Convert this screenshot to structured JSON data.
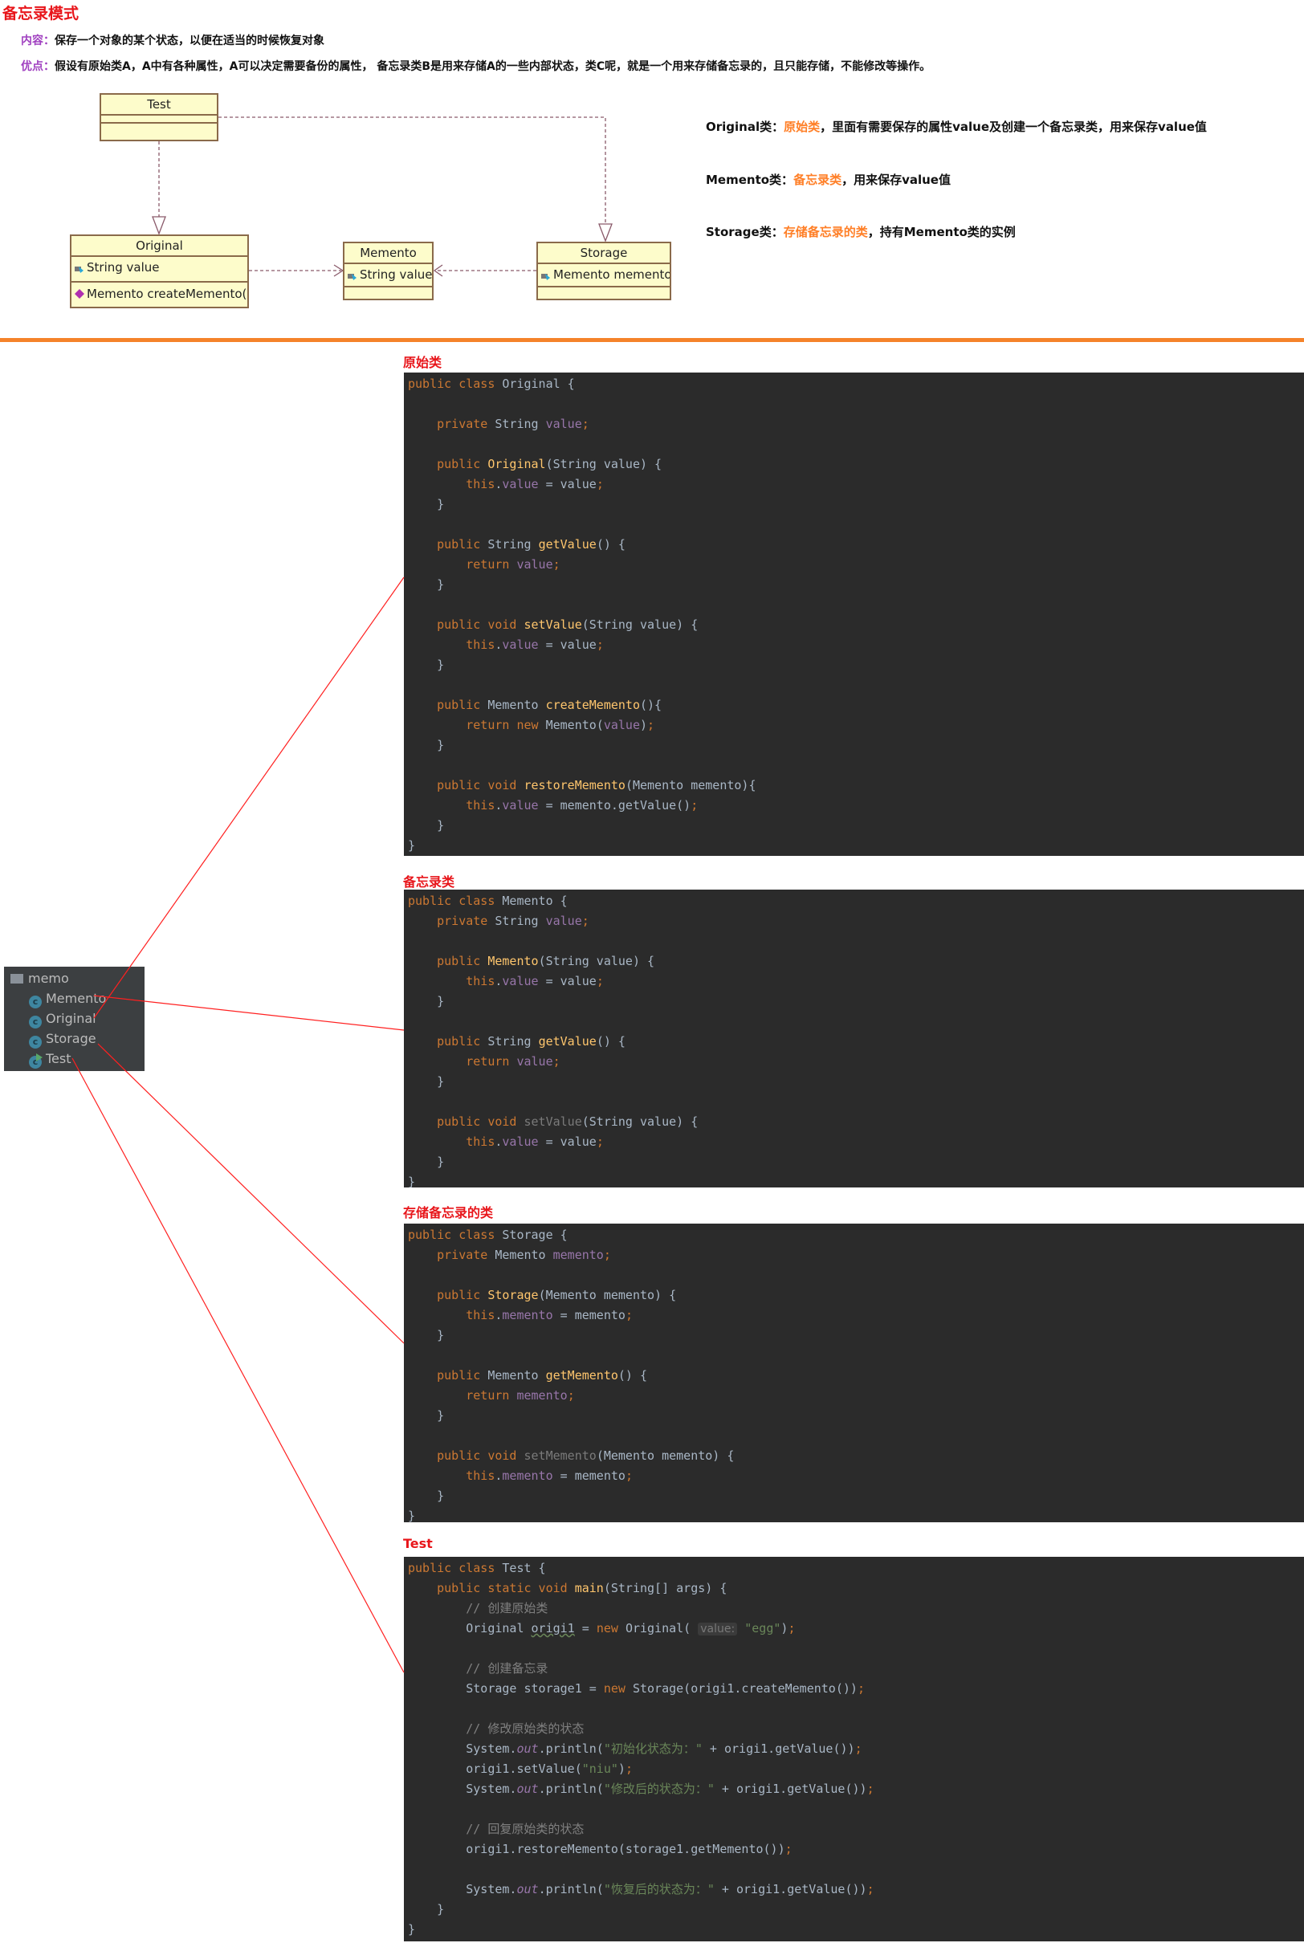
{
  "title": "备忘录模式",
  "intro": {
    "content_label": "内容：",
    "content_text": "保存一个对象的某个状态，以便在适当的时候恢复对象",
    "merit_label": "优点：",
    "merit_text": "假设有原始类A，A中有各种属性，A可以决定需要备份的属性，  备忘录类B是用来存储A的一些内部状态，类C呢，就是一个用来存储备忘录的，且只能存储，不能修改等操作。"
  },
  "uml": {
    "test": {
      "name": "Test"
    },
    "original": {
      "name": "Original",
      "attr": "String value",
      "method": "Memento createMemento()"
    },
    "memento": {
      "name": "Memento",
      "attr": "String value"
    },
    "storage": {
      "name": "Storage",
      "attr": "Memento memento"
    }
  },
  "notes": [
    {
      "a": "Original类：",
      "b": "原始类",
      "c": "，里面有需要保存的属性value及创建一个备忘录类，用来保存value值"
    },
    {
      "a": "Memento类：",
      "b": "备忘录类",
      "c": "，用来保存value值"
    },
    {
      "a": "Storage类：",
      "b": "存储备忘录的类",
      "c": "，持有Memento类的实例"
    }
  ],
  "colors": {
    "accent": "#f5832a",
    "heading": "#e8161b",
    "highlight": "#ff7f27",
    "code_bg": "#2b2b2b"
  },
  "tree": {
    "folder": "memo",
    "items": [
      "Memento",
      "Original",
      "Storage",
      "Test"
    ]
  },
  "sections": [
    {
      "label": "原始类",
      "lines": [
        [
          [
            "k",
            "public class "
          ],
          [
            "t",
            "Original {"
          ]
        ],
        [],
        [
          [
            "t",
            "    "
          ],
          [
            "k",
            "private "
          ],
          [
            "t",
            "String "
          ],
          [
            "f",
            "value"
          ],
          [
            "k",
            ";"
          ]
        ],
        [],
        [
          [
            "t",
            "    "
          ],
          [
            "k",
            "public "
          ],
          [
            "m",
            "Original"
          ],
          [
            "t",
            "(String value) {"
          ]
        ],
        [
          [
            "t",
            "        "
          ],
          [
            "k",
            "this"
          ],
          [
            "t",
            "."
          ],
          [
            "f",
            "value"
          ],
          [
            "t",
            " = value"
          ],
          [
            "k",
            ";"
          ]
        ],
        [
          [
            "t",
            "    }"
          ]
        ],
        [],
        [
          [
            "t",
            "    "
          ],
          [
            "k",
            "public "
          ],
          [
            "t",
            "String "
          ],
          [
            "m",
            "getValue"
          ],
          [
            "t",
            "() {"
          ]
        ],
        [
          [
            "t",
            "        "
          ],
          [
            "k",
            "return "
          ],
          [
            "f",
            "value"
          ],
          [
            "k",
            ";"
          ]
        ],
        [
          [
            "t",
            "    }"
          ]
        ],
        [],
        [
          [
            "t",
            "    "
          ],
          [
            "k",
            "public void "
          ],
          [
            "m",
            "setValue"
          ],
          [
            "t",
            "(String value) {"
          ]
        ],
        [
          [
            "t",
            "        "
          ],
          [
            "k",
            "this"
          ],
          [
            "t",
            "."
          ],
          [
            "f",
            "value"
          ],
          [
            "t",
            " = value"
          ],
          [
            "k",
            ";"
          ]
        ],
        [
          [
            "t",
            "    }"
          ]
        ],
        [],
        [
          [
            "t",
            "    "
          ],
          [
            "k",
            "public "
          ],
          [
            "t",
            "Memento "
          ],
          [
            "m",
            "createMemento"
          ],
          [
            "t",
            "(){"
          ]
        ],
        [
          [
            "t",
            "        "
          ],
          [
            "k",
            "return new "
          ],
          [
            "t",
            "Memento("
          ],
          [
            "f",
            "value"
          ],
          [
            "t",
            ")"
          ],
          [
            "k",
            ";"
          ]
        ],
        [
          [
            "t",
            "    }"
          ]
        ],
        [],
        [
          [
            "t",
            "    "
          ],
          [
            "k",
            "public void "
          ],
          [
            "m",
            "restoreMemento"
          ],
          [
            "t",
            "(Memento memento){"
          ]
        ],
        [
          [
            "t",
            "        "
          ],
          [
            "k",
            "this"
          ],
          [
            "t",
            "."
          ],
          [
            "f",
            "value"
          ],
          [
            "t",
            " = memento.getValue()"
          ],
          [
            "k",
            ";"
          ]
        ],
        [
          [
            "t",
            "    }"
          ]
        ],
        [
          [
            "t",
            "}"
          ]
        ]
      ]
    },
    {
      "label": "备忘录类",
      "lines": [
        [
          [
            "k",
            "public class "
          ],
          [
            "t",
            "Memento {"
          ]
        ],
        [
          [
            "t",
            "    "
          ],
          [
            "k",
            "private "
          ],
          [
            "t",
            "String "
          ],
          [
            "f",
            "value"
          ],
          [
            "k",
            ";"
          ]
        ],
        [],
        [
          [
            "t",
            "    "
          ],
          [
            "k",
            "public "
          ],
          [
            "m",
            "Memento"
          ],
          [
            "t",
            "(String value) {"
          ]
        ],
        [
          [
            "t",
            "        "
          ],
          [
            "k",
            "this"
          ],
          [
            "t",
            "."
          ],
          [
            "f",
            "value"
          ],
          [
            "t",
            " = value"
          ],
          [
            "k",
            ";"
          ]
        ],
        [
          [
            "t",
            "    }"
          ]
        ],
        [],
        [
          [
            "t",
            "    "
          ],
          [
            "k",
            "public "
          ],
          [
            "t",
            "String "
          ],
          [
            "m",
            "getValue"
          ],
          [
            "t",
            "() {"
          ]
        ],
        [
          [
            "t",
            "        "
          ],
          [
            "k",
            "return "
          ],
          [
            "f",
            "value"
          ],
          [
            "k",
            ";"
          ]
        ],
        [
          [
            "t",
            "    }"
          ]
        ],
        [],
        [
          [
            "t",
            "    "
          ],
          [
            "k",
            "public void "
          ],
          [
            "g",
            "setValue"
          ],
          [
            "t",
            "(String value) {"
          ]
        ],
        [
          [
            "t",
            "        "
          ],
          [
            "k",
            "this"
          ],
          [
            "t",
            "."
          ],
          [
            "f",
            "value"
          ],
          [
            "t",
            " = value"
          ],
          [
            "k",
            ";"
          ]
        ],
        [
          [
            "t",
            "    }"
          ]
        ],
        [
          [
            "t",
            "}"
          ]
        ]
      ]
    },
    {
      "label": "存储备忘录的类",
      "lines": [
        [
          [
            "k",
            "public class "
          ],
          [
            "t",
            "Storage {"
          ]
        ],
        [
          [
            "t",
            "    "
          ],
          [
            "k",
            "private "
          ],
          [
            "t",
            "Memento "
          ],
          [
            "f",
            "memento"
          ],
          [
            "k",
            ";"
          ]
        ],
        [],
        [
          [
            "t",
            "    "
          ],
          [
            "k",
            "public "
          ],
          [
            "m",
            "Storage"
          ],
          [
            "t",
            "(Memento memento) {"
          ]
        ],
        [
          [
            "t",
            "        "
          ],
          [
            "k",
            "this"
          ],
          [
            "t",
            "."
          ],
          [
            "f",
            "memento"
          ],
          [
            "t",
            " = memento"
          ],
          [
            "k",
            ";"
          ]
        ],
        [
          [
            "t",
            "    }"
          ]
        ],
        [],
        [
          [
            "t",
            "    "
          ],
          [
            "k",
            "public "
          ],
          [
            "t",
            "Memento "
          ],
          [
            "m",
            "getMemento"
          ],
          [
            "t",
            "() {"
          ]
        ],
        [
          [
            "t",
            "        "
          ],
          [
            "k",
            "return "
          ],
          [
            "f",
            "memento"
          ],
          [
            "k",
            ";"
          ]
        ],
        [
          [
            "t",
            "    }"
          ]
        ],
        [],
        [
          [
            "t",
            "    "
          ],
          [
            "k",
            "public void "
          ],
          [
            "g",
            "setMemento"
          ],
          [
            "t",
            "(Memento memento) {"
          ]
        ],
        [
          [
            "t",
            "        "
          ],
          [
            "k",
            "this"
          ],
          [
            "t",
            "."
          ],
          [
            "f",
            "memento"
          ],
          [
            "t",
            " = memento"
          ],
          [
            "k",
            ";"
          ]
        ],
        [
          [
            "t",
            "    }"
          ]
        ],
        [
          [
            "t",
            "}"
          ]
        ]
      ]
    },
    {
      "label": "Test",
      "lines": [
        [
          [
            "k",
            "public class "
          ],
          [
            "t",
            "Test {"
          ]
        ],
        [
          [
            "t",
            "    "
          ],
          [
            "k",
            "public static void "
          ],
          [
            "m",
            "main"
          ],
          [
            "t",
            "(String[] args) {"
          ]
        ],
        [
          [
            "t",
            "        "
          ],
          [
            "c",
            "// 创建原始类"
          ]
        ],
        [
          [
            "t",
            "        Original "
          ],
          [
            "u",
            "origi1"
          ],
          [
            "t",
            " = "
          ],
          [
            "k",
            "new "
          ],
          [
            "t",
            "Original( "
          ],
          [
            "h",
            "value:"
          ],
          [
            "t",
            " "
          ],
          [
            "s",
            "\"egg\""
          ],
          [
            "t",
            ")"
          ],
          [
            "k",
            ";"
          ]
        ],
        [],
        [
          [
            "t",
            "        "
          ],
          [
            "c",
            "// 创建备忘录"
          ]
        ],
        [
          [
            "t",
            "        Storage storage1 = "
          ],
          [
            "k",
            "new "
          ],
          [
            "t",
            "Storage(origi1.createMemento())"
          ],
          [
            "k",
            ";"
          ]
        ],
        [],
        [
          [
            "t",
            "        "
          ],
          [
            "c",
            "// 修改原始类的状态"
          ]
        ],
        [
          [
            "t",
            "        System."
          ],
          [
            "i",
            "out"
          ],
          [
            "t",
            ".println("
          ],
          [
            "s",
            "\"初始化状态为：\""
          ],
          [
            "t",
            " + origi1.getValue())"
          ],
          [
            "k",
            ";"
          ]
        ],
        [
          [
            "t",
            "        origi1.setValue("
          ],
          [
            "s",
            "\"niu\""
          ],
          [
            "t",
            ")"
          ],
          [
            "k",
            ";"
          ]
        ],
        [
          [
            "t",
            "        System."
          ],
          [
            "i",
            "out"
          ],
          [
            "t",
            ".println("
          ],
          [
            "s",
            "\"修改后的状态为：\""
          ],
          [
            "t",
            " + origi1.getValue())"
          ],
          [
            "k",
            ";"
          ]
        ],
        [],
        [
          [
            "t",
            "        "
          ],
          [
            "c",
            "// 回复原始类的状态"
          ]
        ],
        [
          [
            "t",
            "        origi1.restoreMemento(storage1.getMemento())"
          ],
          [
            "k",
            ";"
          ]
        ],
        [],
        [
          [
            "t",
            "        System."
          ],
          [
            "i",
            "out"
          ],
          [
            "t",
            ".println("
          ],
          [
            "s",
            "\"恢复后的状态为：\""
          ],
          [
            "t",
            " + origi1.getValue())"
          ],
          [
            "k",
            ";"
          ]
        ],
        [
          [
            "t",
            "    }"
          ]
        ],
        [
          [
            "t",
            "}"
          ]
        ]
      ]
    }
  ]
}
